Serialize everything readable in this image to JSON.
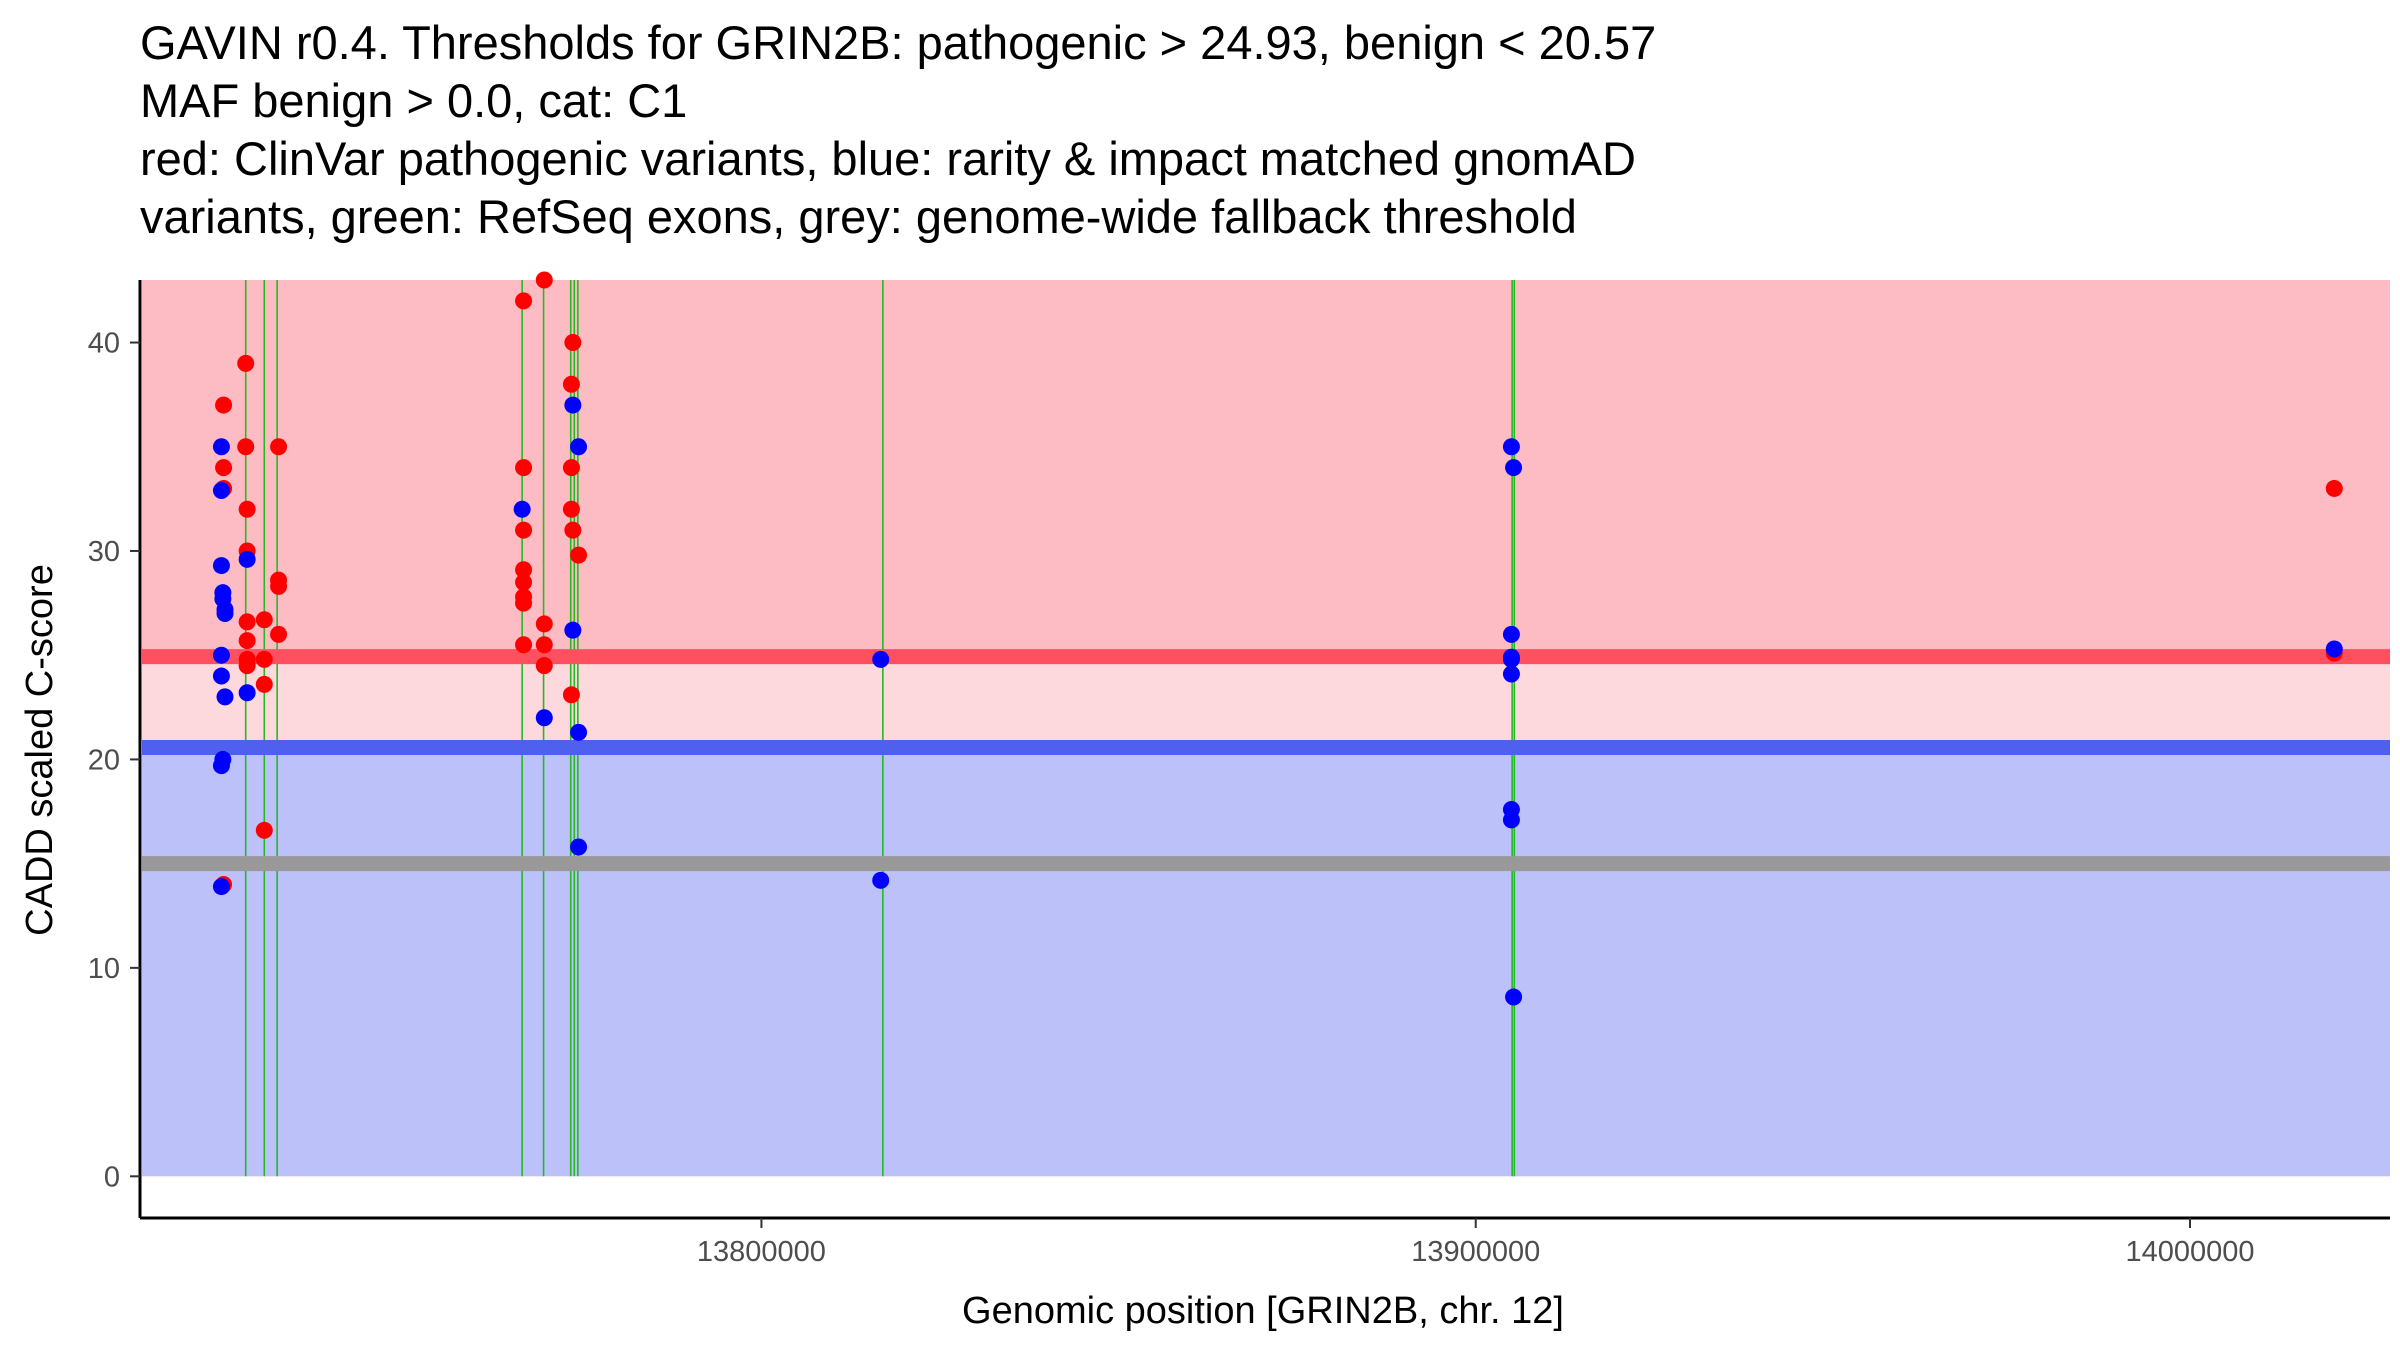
{
  "chart_data": {
    "type": "scatter",
    "title_lines": [
      "GAVIN r0.4. Thresholds for GRIN2B: pathogenic > 24.93, benign < 20.57",
      "MAF benign > 0.0, cat: C1",
      "red: ClinVar pathogenic variants, blue: rarity & impact matched gnomAD",
      "variants, green: RefSeq exons, grey: genome-wide fallback threshold"
    ],
    "xlabel": "Genomic position [GRIN2B, chr. 12]",
    "ylabel": "CADD scaled C-score",
    "xlim": [
      13713000,
      14028000
    ],
    "ylim": [
      -2,
      43
    ],
    "x_ticks": [
      13800000,
      13900000,
      14000000
    ],
    "y_ticks": [
      0,
      10,
      20,
      30,
      40
    ],
    "grid": false,
    "thresholds": {
      "pathogenic": 24.93,
      "benign": 20.57,
      "genome_wide_fallback": 15.0
    },
    "bands": [
      {
        "name": "pathogenic-zone",
        "y0": 24.93,
        "y1": 43,
        "color": "#fdbcc3"
      },
      {
        "name": "intermediate-zone",
        "y0": 20.57,
        "y1": 24.93,
        "color": "#fdd8dd"
      },
      {
        "name": "benign-zone",
        "y0": 0,
        "y1": 20.57,
        "color": "#bcc1fa"
      }
    ],
    "threshold_lines": [
      {
        "name": "pathogenic-threshold-line",
        "y": 24.93,
        "color": "#ff5060"
      },
      {
        "name": "benign-threshold-line",
        "y": 20.57,
        "color": "#5060ee"
      },
      {
        "name": "fallback-threshold-line",
        "y": 15.0,
        "color": "#999999"
      }
    ],
    "exons": [
      13727800,
      13730400,
      13732200,
      13766500,
      13769500,
      13773300,
      13773800,
      13774300,
      13817000,
      13905100,
      13905400
    ],
    "series": [
      {
        "name": "ClinVar pathogenic variants",
        "color": "#ff0000",
        "points": [
          [
            13724700,
            37
          ],
          [
            13724700,
            34
          ],
          [
            13724700,
            33
          ],
          [
            13724700,
            14
          ],
          [
            13727800,
            39
          ],
          [
            13727800,
            35
          ],
          [
            13728000,
            32
          ],
          [
            13728000,
            30
          ],
          [
            13728000,
            26.6
          ],
          [
            13728000,
            25.7
          ],
          [
            13728000,
            24.8
          ],
          [
            13728000,
            24.5
          ],
          [
            13730400,
            26.7
          ],
          [
            13730400,
            24.8
          ],
          [
            13730400,
            23.6
          ],
          [
            13730400,
            16.6
          ],
          [
            13732400,
            35
          ],
          [
            13732400,
            28.6
          ],
          [
            13732400,
            28.3
          ],
          [
            13732400,
            26
          ],
          [
            13766700,
            42
          ],
          [
            13766700,
            34
          ],
          [
            13766700,
            31
          ],
          [
            13766700,
            29.1
          ],
          [
            13766700,
            28.5
          ],
          [
            13766700,
            27.8
          ],
          [
            13766700,
            27.5
          ],
          [
            13766700,
            25.5
          ],
          [
            13769600,
            43
          ],
          [
            13769600,
            26.5
          ],
          [
            13769600,
            25.5
          ],
          [
            13769600,
            24.5
          ],
          [
            13773400,
            38
          ],
          [
            13773400,
            34
          ],
          [
            13773400,
            32
          ],
          [
            13773400,
            23.1
          ],
          [
            13773600,
            40
          ],
          [
            13773600,
            31
          ],
          [
            13774400,
            29.8
          ],
          [
            14020200,
            33
          ],
          [
            14020200,
            25.1
          ]
        ]
      },
      {
        "name": "rarity & impact matched gnomAD variants",
        "color": "#0000ff",
        "points": [
          [
            13724400,
            35
          ],
          [
            13724400,
            32.9
          ],
          [
            13724400,
            29.3
          ],
          [
            13724400,
            25
          ],
          [
            13724400,
            24
          ],
          [
            13724400,
            19.7
          ],
          [
            13724400,
            13.9
          ],
          [
            13724600,
            28
          ],
          [
            13724600,
            27.7
          ],
          [
            13724600,
            20
          ],
          [
            13724900,
            27.2
          ],
          [
            13724900,
            27
          ],
          [
            13724900,
            23
          ],
          [
            13728000,
            29.6
          ],
          [
            13728000,
            23.2
          ],
          [
            13766500,
            32
          ],
          [
            13769600,
            22
          ],
          [
            13773600,
            37
          ],
          [
            13773600,
            26.2
          ],
          [
            13774400,
            35
          ],
          [
            13774400,
            21.3
          ],
          [
            13774400,
            15.8
          ],
          [
            13816700,
            24.8
          ],
          [
            13816700,
            14.2
          ],
          [
            13905000,
            35
          ],
          [
            13905000,
            26
          ],
          [
            13905000,
            24.9
          ],
          [
            13905000,
            24.8
          ],
          [
            13905000,
            24.1
          ],
          [
            13905000,
            17.6
          ],
          [
            13905000,
            17.1
          ],
          [
            13905300,
            34
          ],
          [
            13905300,
            8.6
          ],
          [
            14020200,
            25.3
          ]
        ]
      }
    ]
  }
}
